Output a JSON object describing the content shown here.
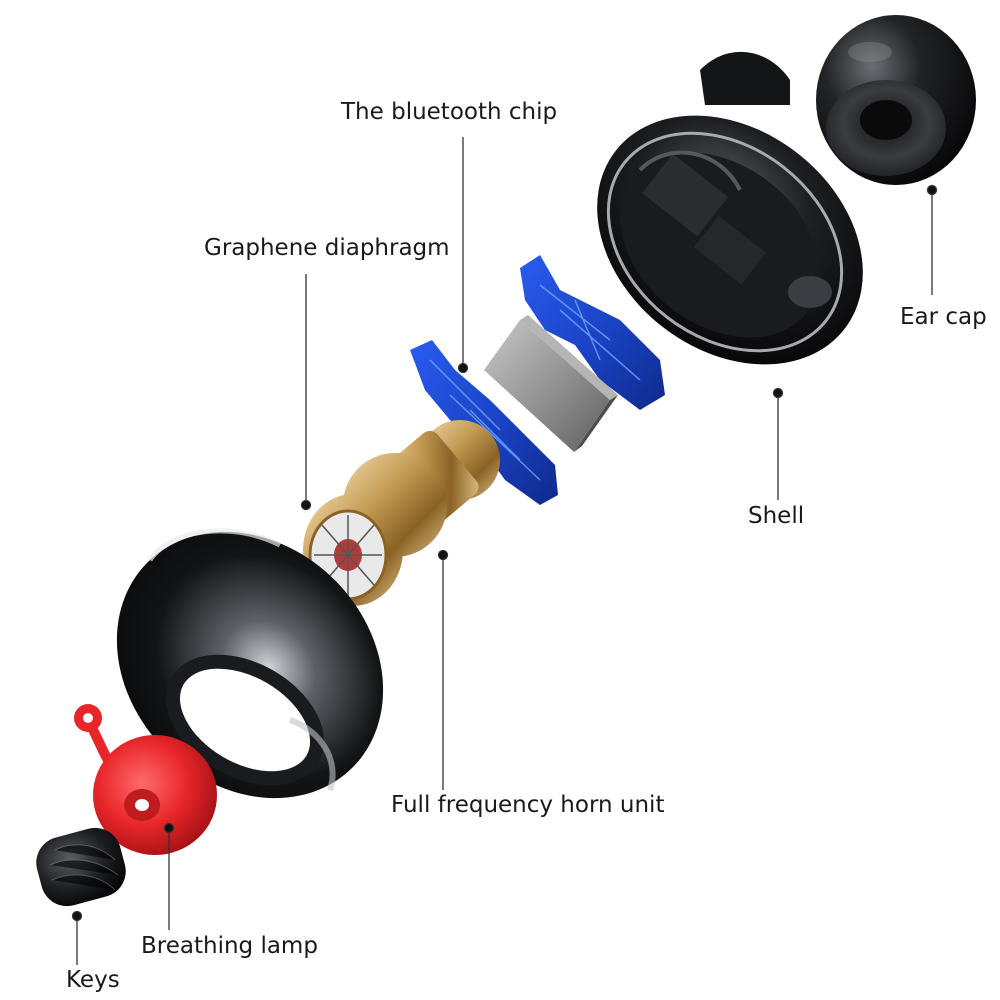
{
  "labels": {
    "bluetooth_chip": "The bluetooth chip",
    "graphene_diaphragm": "Graphene diaphragm",
    "ear_cap": "Ear cap",
    "shell": "Shell",
    "full_frequency_horn_unit": "Full frequency horn unit",
    "breathing_lamp": "Breathing lamp",
    "keys": "Keys"
  },
  "colors": {
    "background": "#ffffff",
    "shell_black": "#0d0d0e",
    "board_blue": "#1b44c8",
    "gold": "#c39a52",
    "lamp_red": "#e8262a",
    "chip_gray": "#8a8a8a",
    "leader_line": "#333333"
  }
}
